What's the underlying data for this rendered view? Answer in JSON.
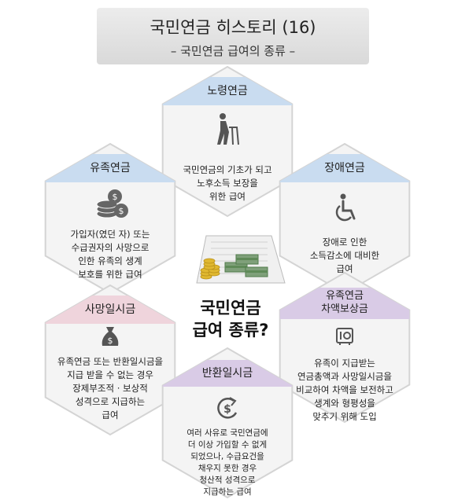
{
  "title": {
    "main": "국민연금 히스토리 (16)",
    "sub": "– 국민연금 급여의 종류 –"
  },
  "center": {
    "line1": "국민연금",
    "line2": "급여 종류?"
  },
  "colors": {
    "blue": "#c9dcf0",
    "pink": "#efd4dc",
    "purple": "#d9cbe6",
    "hex_bg": "#f4f4f4",
    "hex_stroke": "#d4d4d4"
  },
  "hexes": [
    {
      "id": "old-age",
      "label": "노령연금",
      "label2": "",
      "icon": "elderly-walker-icon",
      "color": "blue",
      "lines": [
        "국민연금의 기초가 되고",
        "노후소득 보장을",
        "위한 급여"
      ]
    },
    {
      "id": "survivor",
      "label": "유족연금",
      "label2": "",
      "icon": "coin-stack-icon",
      "color": "blue",
      "lines": [
        "가입자(였던 자) 또는",
        "수급권자의 사망으로",
        "인한 유족의 생계",
        "보호를 위한 급여"
      ]
    },
    {
      "id": "disability",
      "label": "장애연금",
      "label2": "",
      "icon": "wheelchair-icon",
      "color": "blue",
      "lines": [
        "장애로 인한",
        "소득감소에 대비한",
        "급여"
      ]
    },
    {
      "id": "death-lump",
      "label": "사망일시금",
      "label2": "",
      "icon": "money-bag-icon",
      "color": "pink",
      "lines": [
        "유족연금 또는 반환일시금을",
        "지급 받을 수 없는 경우",
        "장제부조적 · 보상적",
        "성격으로 지급하는",
        "급여"
      ]
    },
    {
      "id": "survivor-diff",
      "label": "유족연금",
      "label2": "차액보상금",
      "icon": "safe-icon",
      "color": "purple",
      "lines": [
        "유족이 지급받는",
        "연금총액과 사망일시금을",
        "비교하여 차액을 보전하고",
        "생계와 형평성을",
        "맞추기 위해 도입"
      ]
    },
    {
      "id": "refund",
      "label": "반환일시금",
      "label2": "",
      "icon": "refund-dollar-icon",
      "color": "purple",
      "lines": [
        "여러 사유로 국민연금에",
        "더 이상 가입할 수 없게",
        "되었으나, 수급요건을",
        "채우지 못한 경우",
        "청산적 성격으로",
        "지급하는 급여"
      ]
    }
  ]
}
